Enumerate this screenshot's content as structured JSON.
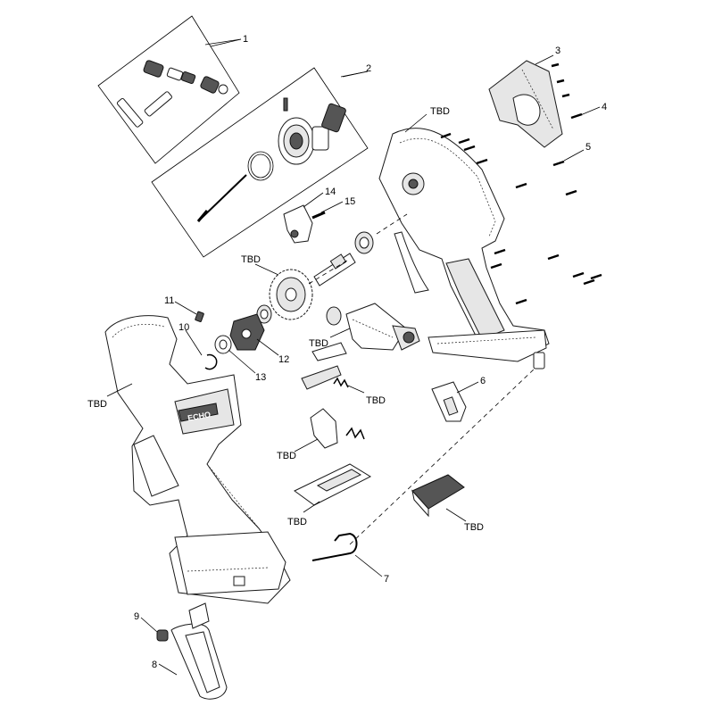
{
  "callouts": [
    {
      "id": "c1",
      "text": "1"
    },
    {
      "id": "c2",
      "text": "2"
    },
    {
      "id": "c3",
      "text": "3"
    },
    {
      "id": "c4",
      "text": "4"
    },
    {
      "id": "c5",
      "text": "5"
    },
    {
      "id": "c6",
      "text": "6"
    },
    {
      "id": "c7",
      "text": "7"
    },
    {
      "id": "c8",
      "text": "8"
    },
    {
      "id": "c9",
      "text": "9"
    },
    {
      "id": "c10",
      "text": "10"
    },
    {
      "id": "c11",
      "text": "11"
    },
    {
      "id": "c12",
      "text": "12"
    },
    {
      "id": "c13",
      "text": "13"
    },
    {
      "id": "c14",
      "text": "14"
    },
    {
      "id": "c15",
      "text": "15"
    }
  ],
  "tbd_labels": [
    {
      "id": "t-housing-right",
      "text": "TBD"
    },
    {
      "id": "t-gear",
      "text": "TBD"
    },
    {
      "id": "t-motor",
      "text": "TBD"
    },
    {
      "id": "t-switch-spring",
      "text": "TBD"
    },
    {
      "id": "t-housing-left",
      "text": "TBD"
    },
    {
      "id": "t-trigger",
      "text": "TBD"
    },
    {
      "id": "t-battery-plate",
      "text": "TBD"
    },
    {
      "id": "t-terminal",
      "text": "TBD"
    }
  ],
  "logo_text": "ECHO"
}
